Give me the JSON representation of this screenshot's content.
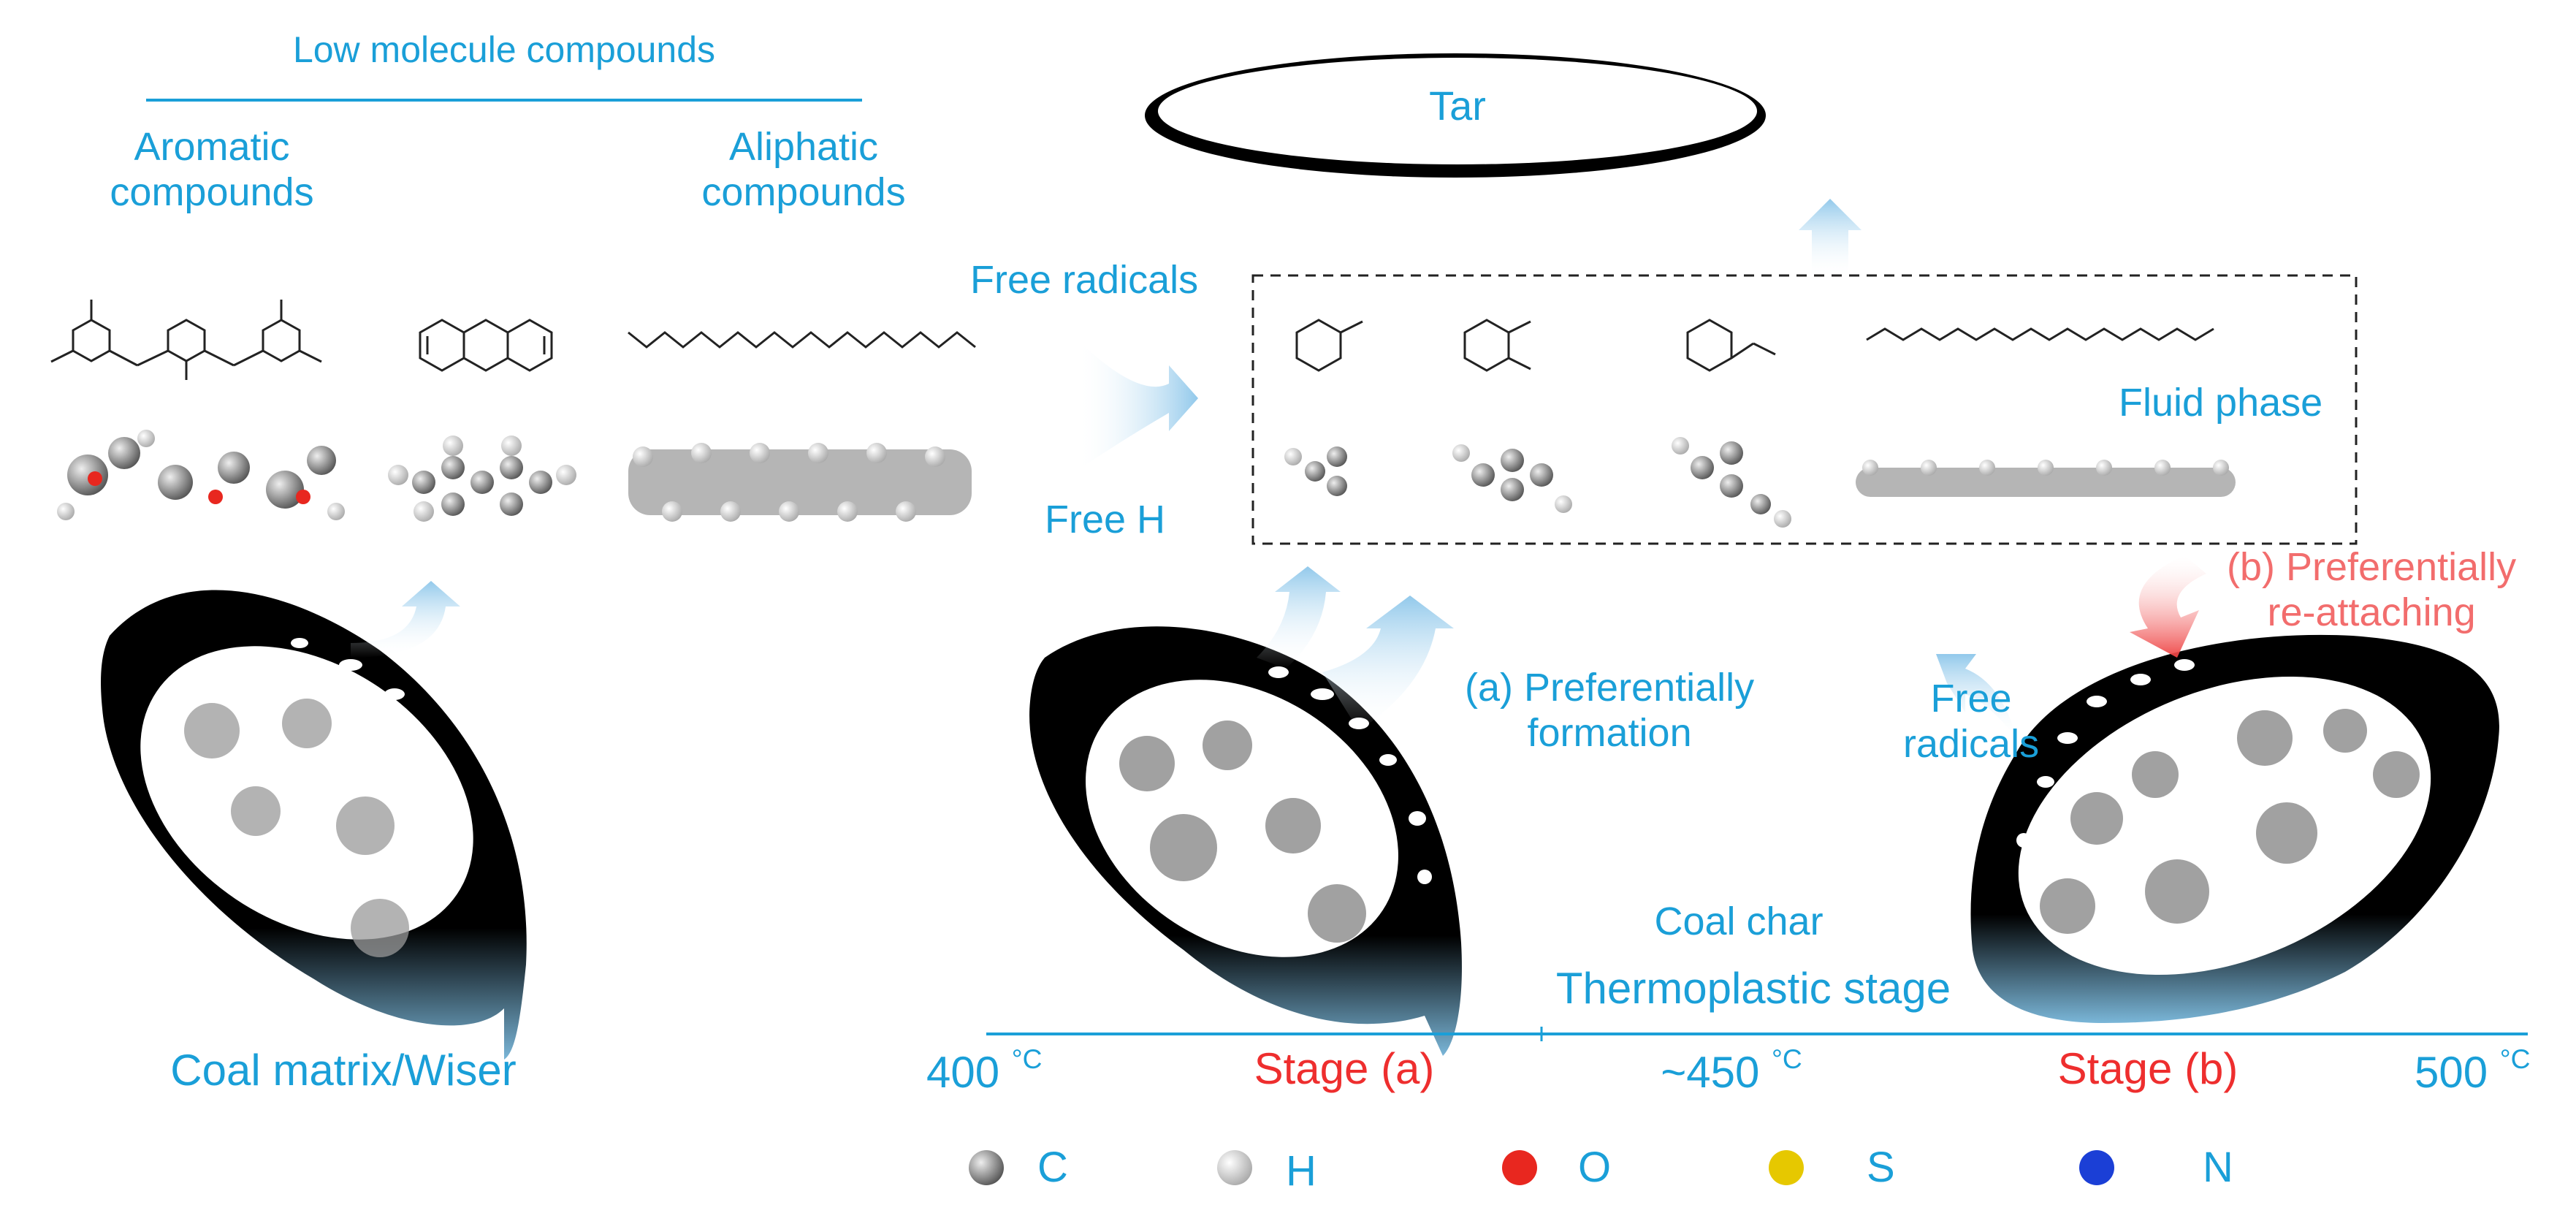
{
  "headers": {
    "low_molecule": "Low molecule compounds",
    "aromatic": "Aromatic\ncompounds",
    "aliphatic": "Aliphatic\ncompounds",
    "tar": "Tar"
  },
  "labels": {
    "free_radicals_top": "Free radicals",
    "free_h": "Free H",
    "fluid_phase": "Fluid phase",
    "preferential_formation": "(a) Preferentially\nformation",
    "preferential_reattaching": "(b) Preferentially\nre-attaching",
    "free_radicals_right": "Free\nradicals",
    "coal_char": "Coal char",
    "thermoplastic_stage": "Thermoplastic stage",
    "coal_matrix": "Coal matrix/Wiser"
  },
  "axis": {
    "t400": "400",
    "t450": "~450",
    "t500": "500",
    "unit": "°C",
    "stage_a": "Stage (a)",
    "stage_b": "Stage (b)"
  },
  "legend": [
    {
      "symbol": "C",
      "color": "#7d7d7d"
    },
    {
      "symbol": "H",
      "color": "#e6e6e6"
    },
    {
      "symbol": "O",
      "color": "#e8271f"
    },
    {
      "symbol": "S",
      "color": "#e6c800"
    },
    {
      "symbol": "N",
      "color": "#1b3fd6"
    }
  ],
  "colors": {
    "accent_blue": "#1a9fd8",
    "stage_red": "#ee2e2e",
    "reattach_pink": "#f26d6d",
    "particle_black": "#000000"
  }
}
